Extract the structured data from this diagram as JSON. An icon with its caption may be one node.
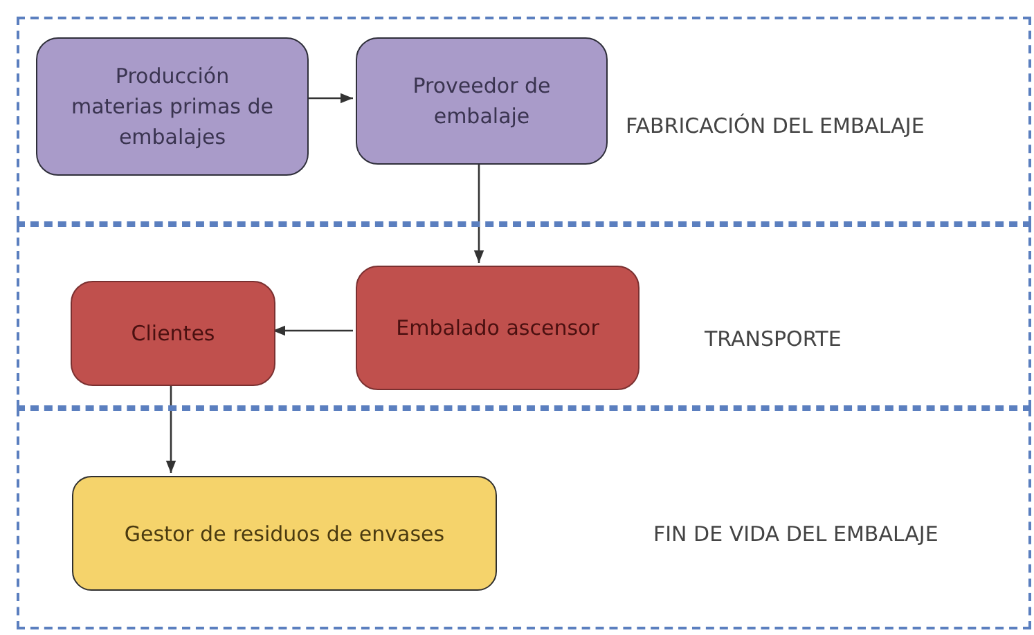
{
  "diagram": {
    "nodes": [
      {
        "text": [
          "FABRICACIÓN DEL EMBALAJE"
        ]
      },
      {
        "text": [
          "Producción materias primas de embalajes"
        ],
        "in": 0
      },
      {
        "text": [
          "Proveedor de embalaje"
        ],
        "in": 0
      },
      {
        "text": [
          "TRANSPORTE"
        ]
      },
      {
        "text": [
          "Clientes"
        ],
        "in": 3
      },
      {
        "text": [
          "Embalado ascensor"
        ],
        "in": 3
      },
      {
        "text": [
          "FIN DE VIDA DEL EMBALAJE"
        ]
      },
      {
        "text": [
          "Gestor de residuos de envases"
        ],
        "in": 6
      }
    ],
    "edges": [
      {
        "from": 1,
        "to": 2,
        "arrow": "to"
      },
      {
        "from": 2,
        "to": 5,
        "arrow": "to"
      },
      {
        "from": 5,
        "to": 4,
        "arrow": "to"
      },
      {
        "from": 4,
        "to": 7,
        "arrow": "to"
      }
    ]
  }
}
